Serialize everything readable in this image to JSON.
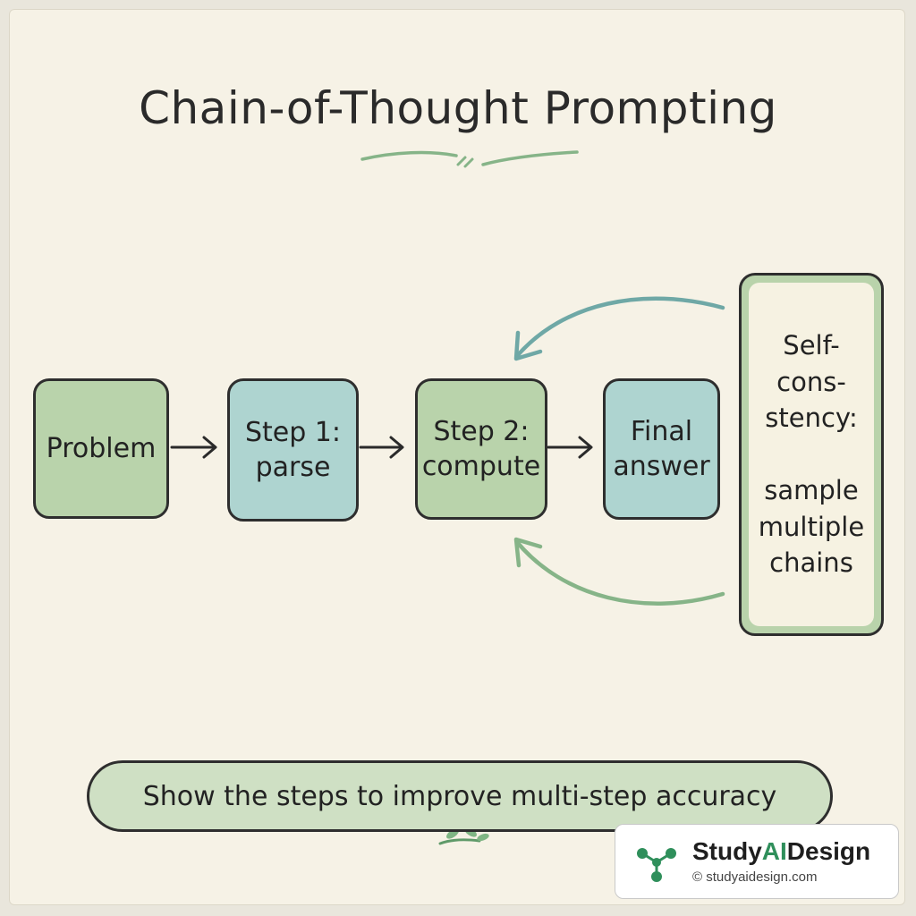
{
  "title": "Chain-of-Thought Prompting",
  "steps": [
    {
      "label": "Problem",
      "color": "#b9d3ab"
    },
    {
      "label": "Step 1:\nparse",
      "color": "#aed4d0"
    },
    {
      "label": "Step 2:\ncompute",
      "color": "#b9d3ab"
    },
    {
      "label": "Final\nanswer",
      "color": "#aed4d0"
    }
  ],
  "self_consistency": {
    "heading": "Self-\ncons-\nstency:",
    "body": "sample\nmultiple\nchains"
  },
  "caption": "Show the steps to improve multi-step accuracy",
  "brand": {
    "name_prefix": "Study",
    "name_highlight": "AI",
    "name_suffix": "Design",
    "url": "© studyaidesign.com"
  },
  "colors": {
    "background": "#f6f2e6",
    "green": "#b9d3ab",
    "teal": "#aed4d0",
    "arrow_teal": "#6fa8a6",
    "arrow_green": "#86b488",
    "brand_green": "#2f8f5b"
  }
}
